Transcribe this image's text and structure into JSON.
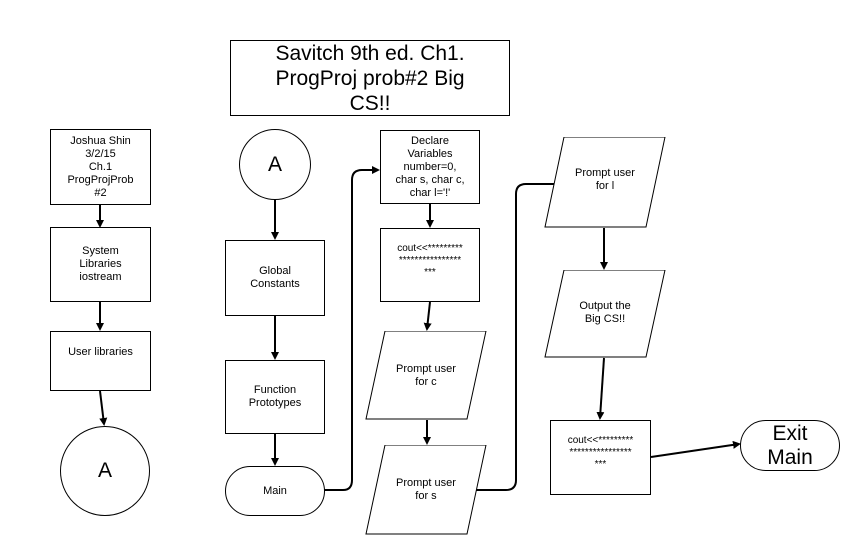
{
  "title": "Savitch 9th ed. Ch1.\nProgProj prob#2 Big\nCS!!",
  "col1": {
    "author": "Joshua Shin\n3/2/15\nCh.1\nProgProjProb\n#2",
    "system_libs": "System\nLibraries\niostream",
    "user_libs": "User libraries",
    "connector": "A"
  },
  "col2": {
    "connector": "A",
    "global_constants": "Global\nConstants",
    "function_prototypes": "Function\nPrototypes",
    "main": "Main"
  },
  "col3": {
    "declare": "Declare\nVariables\nnumber=0,\nchar s, char c,\nchar l='!'",
    "cout1": "cout<<*********\n****************\n***",
    "prompt_c": "Prompt user\nfor c",
    "prompt_s": "Prompt user\nfor s"
  },
  "col4": {
    "prompt_l": "Prompt user\nfor l",
    "output": "Output the\nBig CS!!",
    "cout2": "cout<<*********\n****************\n***",
    "exit": "Exit\nMain"
  }
}
